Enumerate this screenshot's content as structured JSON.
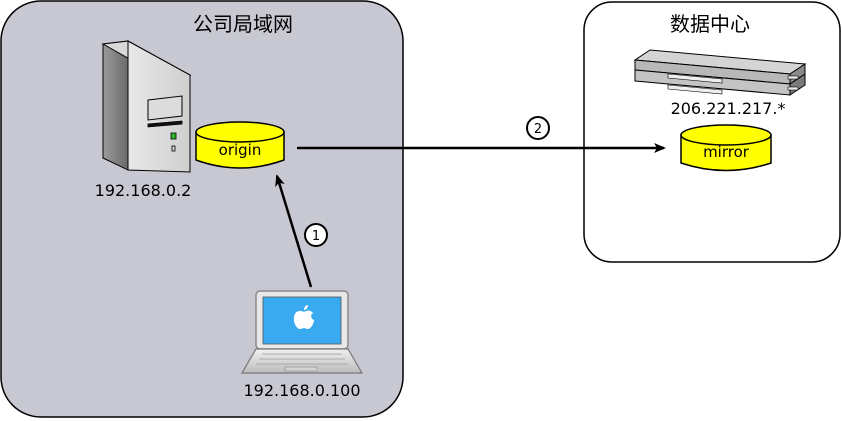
{
  "zones": {
    "company_lan": {
      "title": "公司局域网",
      "fill": "#c8c8d2"
    },
    "datacenter": {
      "title": "数据中心",
      "fill": "#ffffff"
    }
  },
  "nodes": {
    "server": {
      "icon": "tower-server-icon",
      "ip": "192.168.0.2"
    },
    "origin": {
      "label": "origin",
      "icon": "database-cylinder-icon"
    },
    "laptop": {
      "icon": "apple-laptop-icon",
      "ip": "192.168.0.100"
    },
    "rack_server": {
      "icon": "rack-server-icon",
      "ip": "206.221.217.*"
    },
    "mirror": {
      "label": "mirror",
      "icon": "database-cylinder-icon"
    }
  },
  "steps": [
    {
      "number": "1",
      "from": "laptop",
      "to": "origin"
    },
    {
      "number": "2",
      "from": "origin",
      "to": "mirror"
    }
  ],
  "colors": {
    "db_fill": "#ffff00",
    "laptop_screen": "#3aaaf0",
    "stroke": "#000000"
  }
}
